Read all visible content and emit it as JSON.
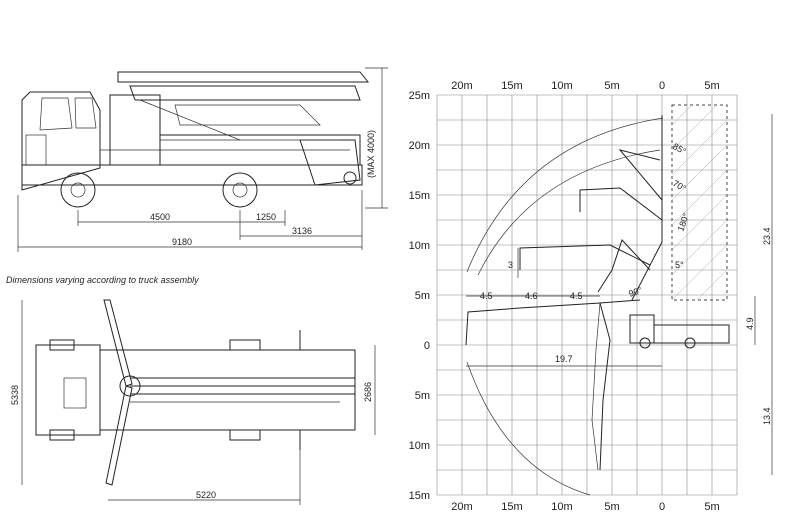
{
  "note": "Dimensions varying according to truck assembly",
  "side_view": {
    "height_label": "(MAX 4000)",
    "wheelbase_label": "4500",
    "rear_axle_label": "1250",
    "overhang_label": "3136",
    "length_label": "9180"
  },
  "top_view": {
    "width_label": "5338",
    "body_width_label": "2686",
    "outrigger_label": "5220"
  },
  "reach_chart": {
    "x_ticks": [
      "20m",
      "15m",
      "10m",
      "5m",
      "0",
      "5m"
    ],
    "y_ticks": [
      "25m",
      "20m",
      "15m",
      "10m",
      "5m",
      "0",
      "5m",
      "10m",
      "15m"
    ],
    "angles": [
      "85°",
      "70°",
      "180°",
      "5°",
      "90°"
    ],
    "horizontal_dims": [
      "4.5",
      "4.6",
      "4.5",
      "19.7"
    ],
    "vertical_dims": [
      "3",
      "23.4",
      "4.9",
      "13.4"
    ]
  }
}
